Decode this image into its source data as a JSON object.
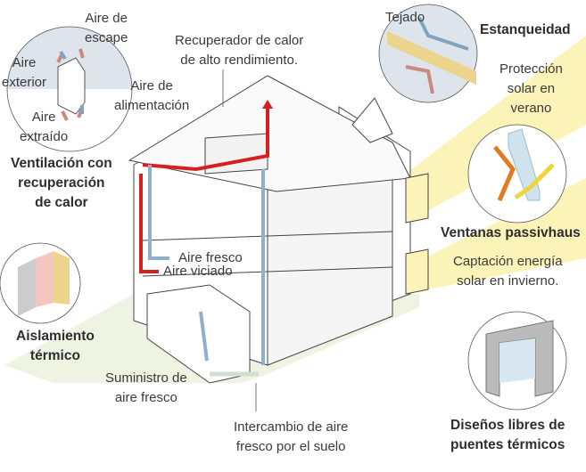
{
  "labels": {
    "aire_escape": [
      "Aire de",
      "escape"
    ],
    "aire_exterior": [
      "Aire",
      "exterior"
    ],
    "aire_alimentacion": [
      "Aire de",
      "alimentación"
    ],
    "aire_extraido": [
      "Aire",
      "extraído"
    ],
    "ventilacion": [
      "Ventilación con",
      "recuperación",
      "de calor"
    ],
    "recuperador": [
      "Recuperador de calor",
      "de alto rendimiento."
    ],
    "tejado": "Tejado",
    "estanqueidad": "Estanqueidad",
    "proteccion": [
      "Protección",
      "solar en",
      "verano"
    ],
    "ventanas": "Ventanas passivhaus",
    "captacion": [
      "Captación energía",
      "solar en invierno."
    ],
    "aire_fresco": "Aire fresco",
    "aire_viciado": "Aire viciado",
    "aislamiento": [
      "Aislamiento",
      "térmico"
    ],
    "suministro": [
      "Suministro de",
      "aire fresco"
    ],
    "intercambio": [
      "Intercambio de aire",
      "fresco por el suelo"
    ],
    "disenos": [
      "Diseños libres de",
      "puentes térmicos"
    ]
  },
  "colors": {
    "warm_duct": "#d62020",
    "cool_duct": "#8fb0c8",
    "ground": "#eef3e2",
    "sun": "#fbf3b8",
    "insulation": "#ecd48c"
  }
}
